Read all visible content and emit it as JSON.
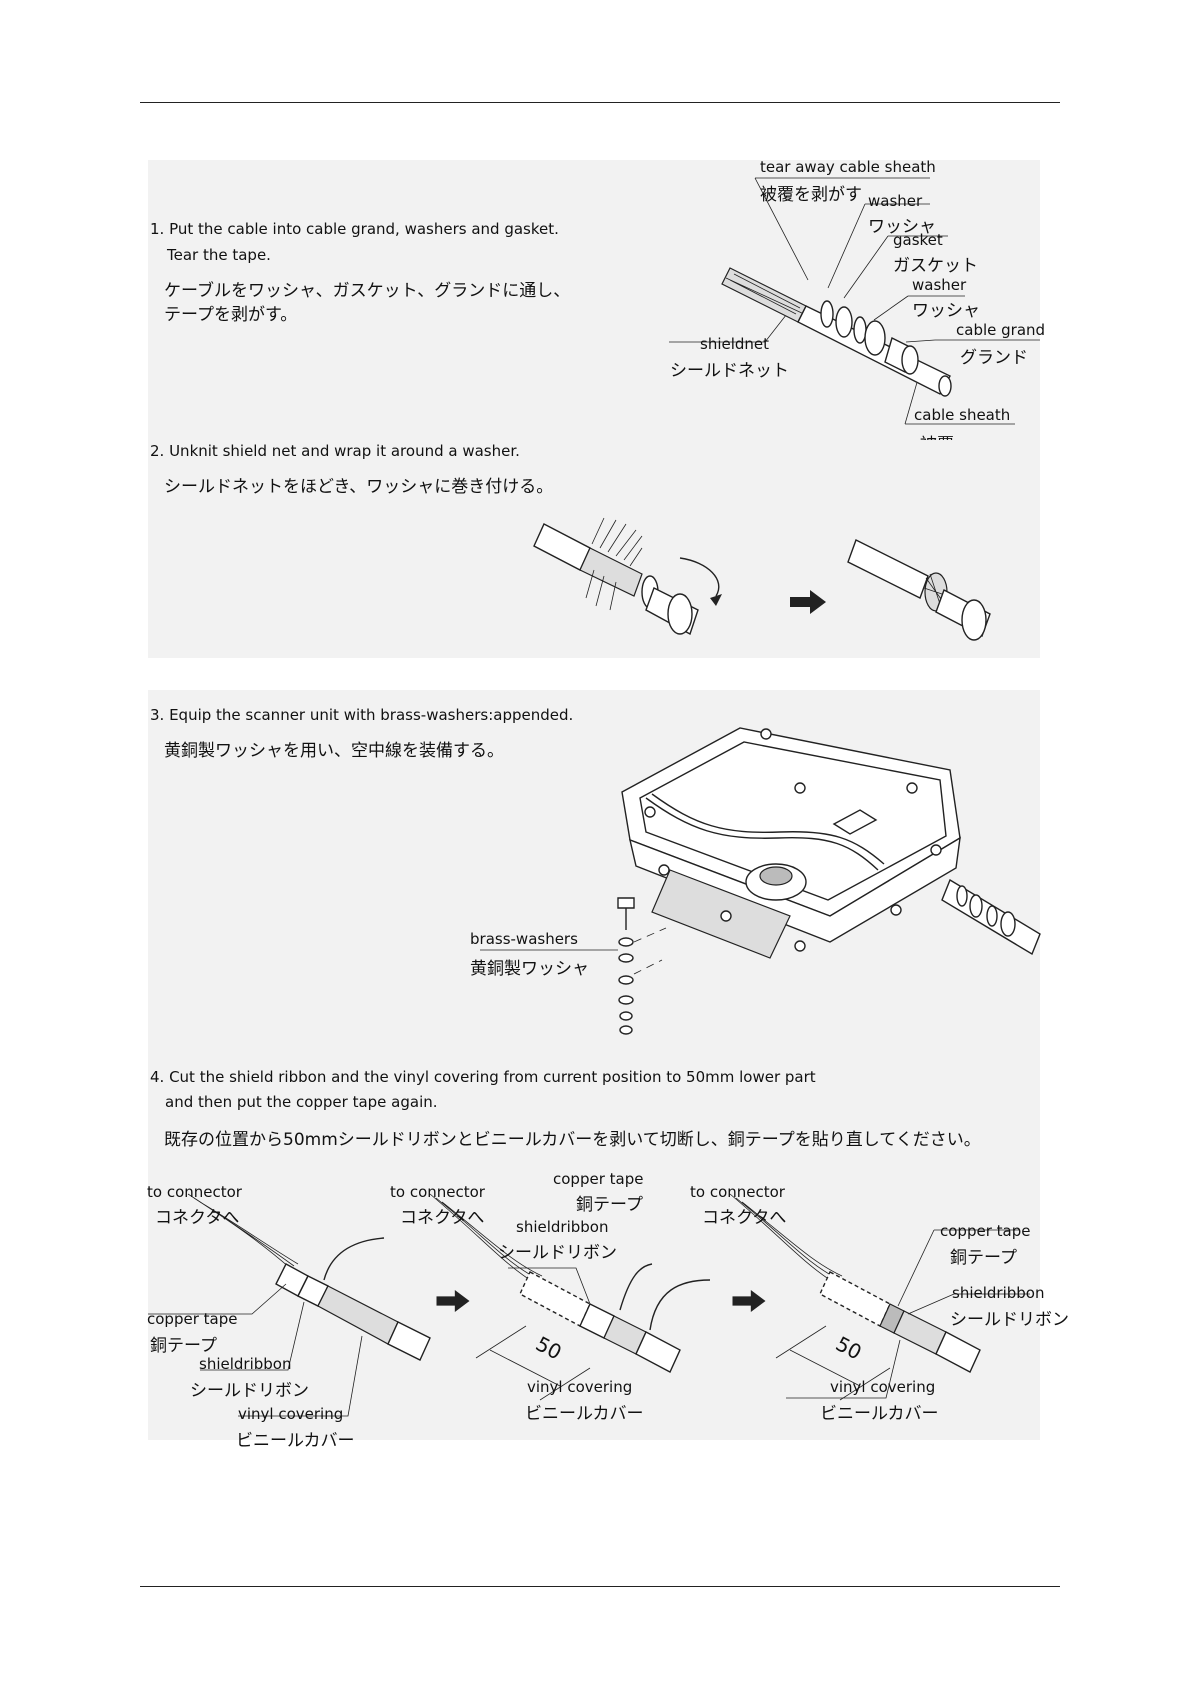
{
  "steps": [
    {
      "en_lines": [
        "1. Put the cable into cable grand, washers and gasket.",
        "Tear the tape."
      ],
      "jp_lines": [
        "ケーブルをワッシャ、ガスケット、グランドに通し、",
        "テープを剥がす。"
      ],
      "labels": {
        "tear_en": "tear away cable sheath",
        "tear_jp": "被覆を剥がす",
        "washer1_en": "washer",
        "washer1_jp": "ワッシャ",
        "gasket_en": "gasket",
        "gasket_jp": "ガスケット",
        "washer2_en": "washer",
        "washer2_jp": "ワッシャ",
        "grand_en": "cable grand",
        "grand_jp": "グランド",
        "shieldnet_en": "shieldnet",
        "shieldnet_jp": "シールドネット",
        "sheath_en": "cable sheath",
        "sheath_jp": "被覆"
      }
    },
    {
      "en_lines": [
        "2. Unknit shield net and wrap it around a washer."
      ],
      "jp_lines": [
        "シールドネットをほどき、ワッシャに巻き付ける。"
      ]
    },
    {
      "en_lines": [
        "3. Equip the scanner unit with brass-washers:appended."
      ],
      "jp_lines": [
        "黄銅製ワッシャを用い、空中線を装備する。"
      ],
      "labels": {
        "brass_en": "brass-washers",
        "brass_jp": "黄銅製ワッシャ"
      }
    },
    {
      "en_lines": [
        "4. Cut the shield ribbon and the vinyl covering from current position to 50mm lower part",
        "and then put the copper tape again."
      ],
      "jp_lines": [
        "既存の位置から50mmシールドリボンとビニールカバーを剥いて切断し、銅テープを貼り直してください。"
      ],
      "figures": [
        {
          "to_connector_en": "to connector",
          "to_connector_jp": "コネクタへ",
          "copper_en": "copper tape",
          "copper_jp": "銅テープ",
          "ribbon_en": "shieldribbon",
          "ribbon_jp": "シールドリボン",
          "vinyl_en": "vinyl covering",
          "vinyl_jp": "ビニールカバー"
        },
        {
          "to_connector_en": "to connector",
          "to_connector_jp": "コネクタへ",
          "copper_en": "copper tape",
          "copper_jp": "銅テープ",
          "ribbon_en": "shieldribbon",
          "ribbon_jp": "シールドリボン",
          "vinyl_en": "vinyl covering",
          "vinyl_jp": "ビニールカバー",
          "dimension": "50"
        },
        {
          "to_connector_en": "to connector",
          "to_connector_jp": "コネクタへ",
          "copper_en": "copper tape",
          "copper_jp": "銅テープ",
          "ribbon_en": "shieldribbon",
          "ribbon_jp": "シールドリボン",
          "vinyl_en": "vinyl covering",
          "vinyl_jp": "ビニールカバー",
          "dimension": "50"
        }
      ]
    }
  ],
  "icons": [
    "arrow-right-icon"
  ]
}
